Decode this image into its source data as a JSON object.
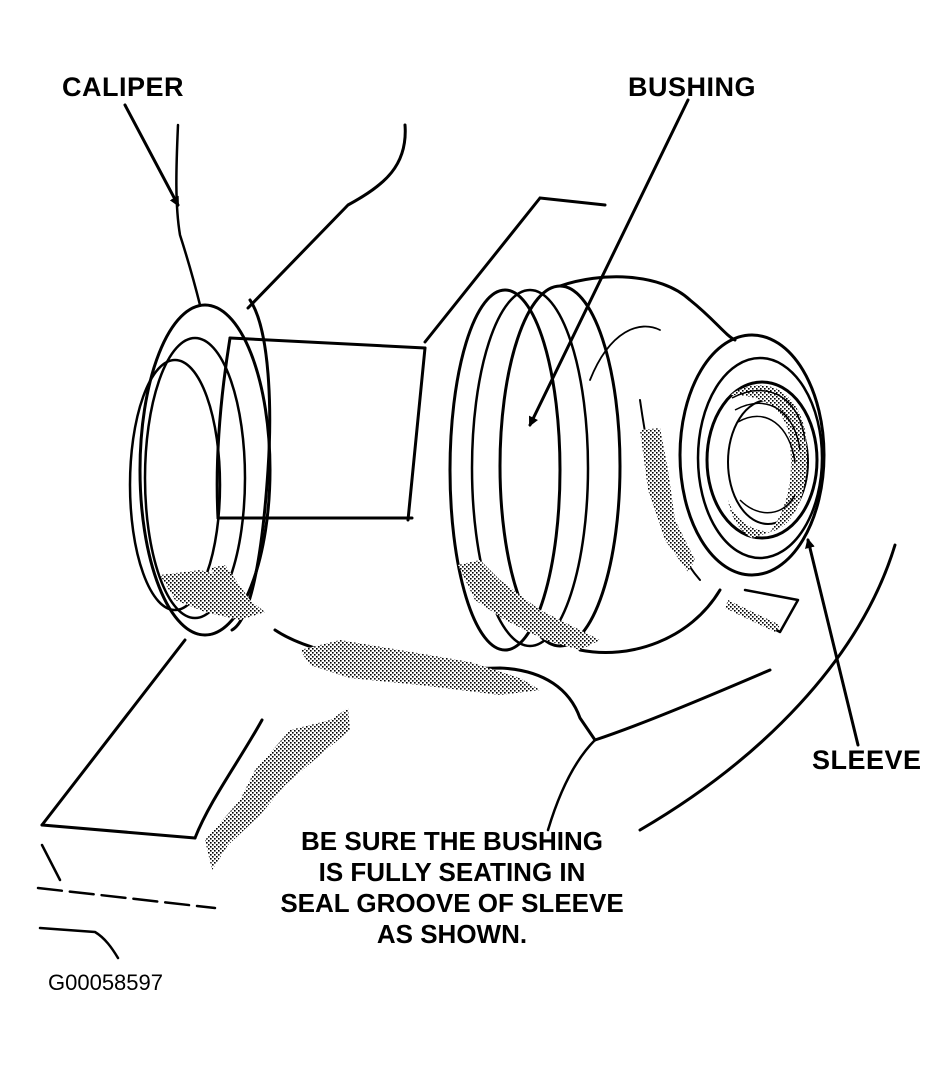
{
  "labels": {
    "caliper": "CALIPER",
    "bushing": "BUSHING",
    "sleeve": "SLEEVE"
  },
  "note": {
    "lines": [
      "BE SURE THE BUSHING",
      "IS FULLY SEATING IN",
      "SEAL GROOVE OF SLEEVE",
      "AS SHOWN."
    ]
  },
  "figure_id": "G00058597",
  "colors": {
    "ink": "#000000",
    "paper": "#ffffff",
    "shading": "#8c8c8c"
  }
}
